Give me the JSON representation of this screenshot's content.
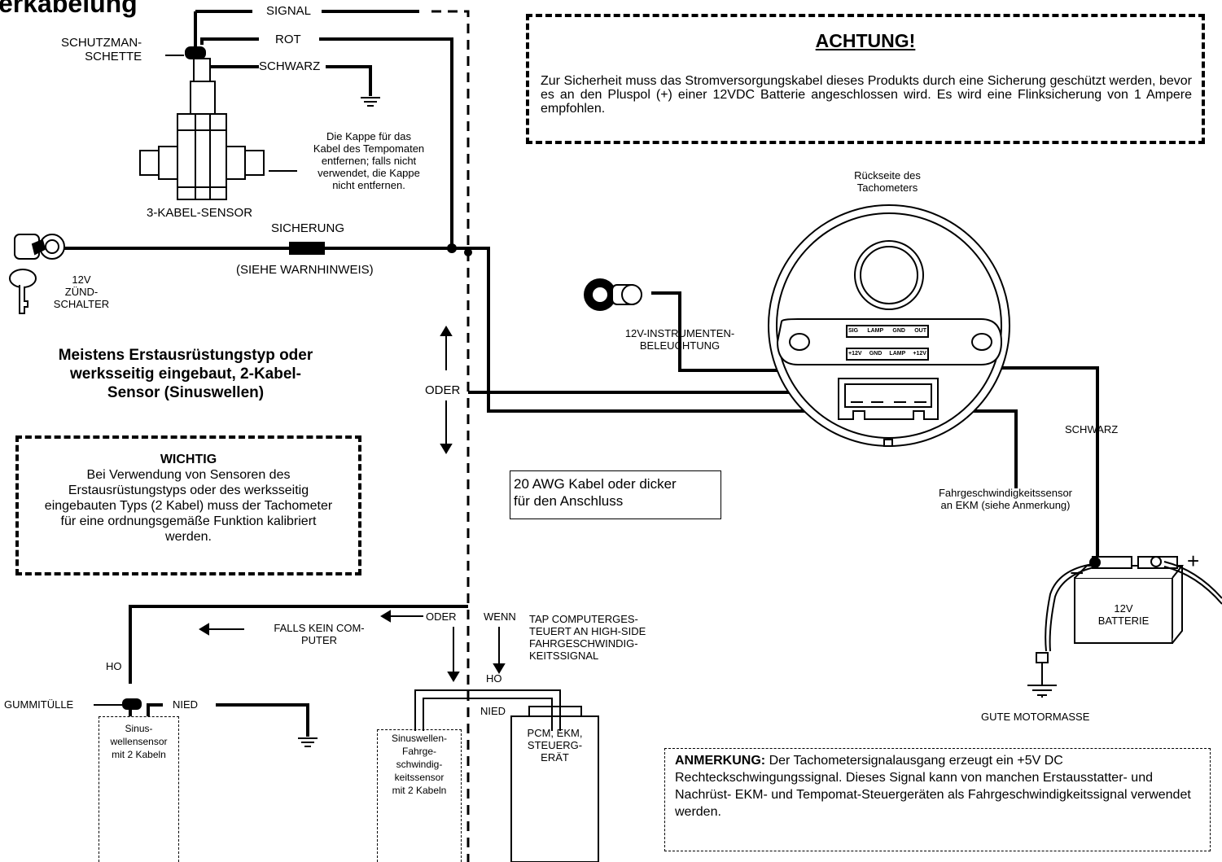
{
  "title": "erkabelung",
  "wires": {
    "signal": "SIGNAL",
    "rot": "ROT",
    "schwarz": "SCHWARZ",
    "schwarz_right": "SCHWARZ",
    "sicherung": "SICHERUNG",
    "siehe_warnhinweis": "(SIEHE WARNHINWEIS)",
    "oder_mid": "ODER",
    "oder_low": "ODER",
    "wenn": "WENN",
    "ho_left": "HO",
    "ho_right": "HO",
    "nied_left": "NIED",
    "nied_right": "NIED"
  },
  "labels": {
    "schutzmanschette": "SCHUTZMAN-\nSCHETTE",
    "sensor_3kabel": "3-KABEL-SENSOR",
    "kappe_note": "Die Kappe für das\nKabel des Tempomaten\nentfernen; falls nicht\nverwendet, die Kappe\nnicht entfernen.",
    "zuendschalter": "12V\nZÜND-\nSCHALTER",
    "meistens": "Meistens Erstausrüstungstyp oder\nwerksseitig eingebaut, 2-Kabel-\nSensor (Sinuswellen)",
    "falls_kein_computer": "FALLS KEIN COM-\nPUTER",
    "tap_note": "TAP COMPUTERGES-\nTEUERT AN HIGH-SIDE\nFAHRGESCHWINDIG-\nKEITSSIGNAL",
    "gummituelle": "GUMMITÜLLE",
    "sinus_sensor": "Sinus-\nwellensensor\nmit 2 Kabeln",
    "sinus_fahrgeschw": "Sinuswellen-\nFahrge-\nschwindig-\nkeitssensor\nmit 2 Kabeln",
    "pcm": "PCM, EKM,\nSTEUERG-\nERÄT",
    "awg": "20 AWG Kabel oder dicker\nfür den Anschluss",
    "rueckseite": "Rückseite des\nTachometers",
    "instrumenten": "12V-INSTRUMENTEN-\nBELEUCHTUNG",
    "fahrgeschw_ekm": "Fahrgeschwindigkeitssensor\nan EKM (siehe Anmerkung)",
    "batterie": "12V\nBATTERIE",
    "minus": "−",
    "plus": "+",
    "gute_motormasse": "GUTE MOTORMASSE",
    "pins_top": [
      "SIG",
      "LAMP",
      "GND",
      "OUT"
    ],
    "pins_bottom": [
      "+12V",
      "GND",
      "LAMP",
      "+12V"
    ]
  },
  "warning": {
    "title": "ACHTUNG!",
    "body": "Zur Sicherheit muss das Stromversorgungskabel dieses Produkts durch eine Sicherung geschützt werden, bevor es an den Pluspol (+) einer 12VDC Batterie angeschlossen wird. Es wird eine Flinksicherung von 1 Ampere empfohlen."
  },
  "important": {
    "title": "WICHTIG",
    "body": "Bei Verwendung von Sensoren des Erstausrüstungstyps oder des werksseitig eingebauten Typs (2 Kabel) muss der Tachometer für eine ordnungsgemäße Funktion kalibriert werden."
  },
  "note": {
    "label": "ANMERKUNG:",
    "body": "Der Tachometersignalausgang erzeugt ein +5V DC Rechteckschwingungssignal. Dieses Signal kann von manchen Erstausstatter- und Nachrüst- EKM- und Tempomat-Steuergeräten als Fahrgeschwindigkeitssignal verwendet werden."
  }
}
